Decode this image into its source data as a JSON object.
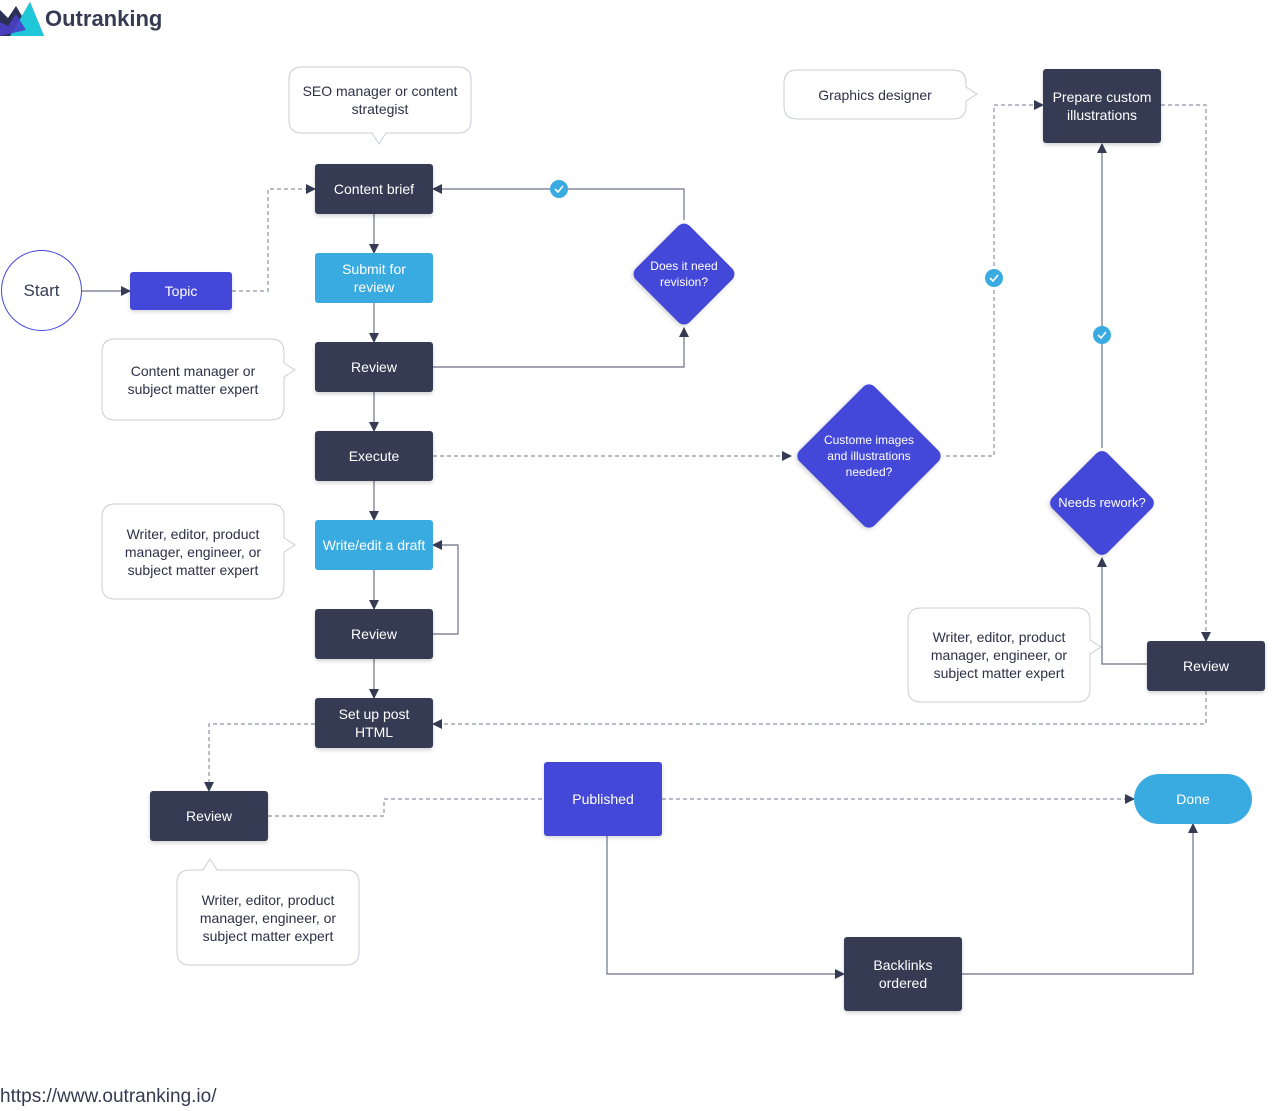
{
  "brand": {
    "name": "Outranking",
    "url": "https://www.outranking.io/"
  },
  "nodes": {
    "start": "Start",
    "topic": "Topic",
    "content_brief": "Content brief",
    "submit_for_review": "Submit for review",
    "review_1": "Review",
    "execute": "Execute",
    "write_edit_draft": "Write/edit a draft",
    "review_2": "Review",
    "setup_post_html": "Set up post HTML",
    "review_3": "Review",
    "published": "Published",
    "backlinks_ordered": "Backlinks ordered",
    "done": "Done",
    "prepare_illustrations": "Prepare custom illustrations",
    "review_4": "Review"
  },
  "decisions": {
    "needs_revision": "Does it need revision?",
    "custom_images": "Custome images and illustrations needed?",
    "needs_rework": "Needs rework?"
  },
  "notes": {
    "seo_manager": "SEO manager or content strategist",
    "content_manager": "Content manager or subject matter expert",
    "writer_1": "Writer, editor, product manager, engineer, or subject matter expert",
    "graphics_designer": "Graphics designer",
    "writer_2": "Writer, editor, product manager, engineer, or subject matter expert",
    "writer_3": "Writer, editor, product manager, engineer, or subject matter expert"
  },
  "colors": {
    "dark": "#353b52",
    "light_blue": "#3aabe0",
    "purple": "#4448d8",
    "line": "#6b7088"
  }
}
